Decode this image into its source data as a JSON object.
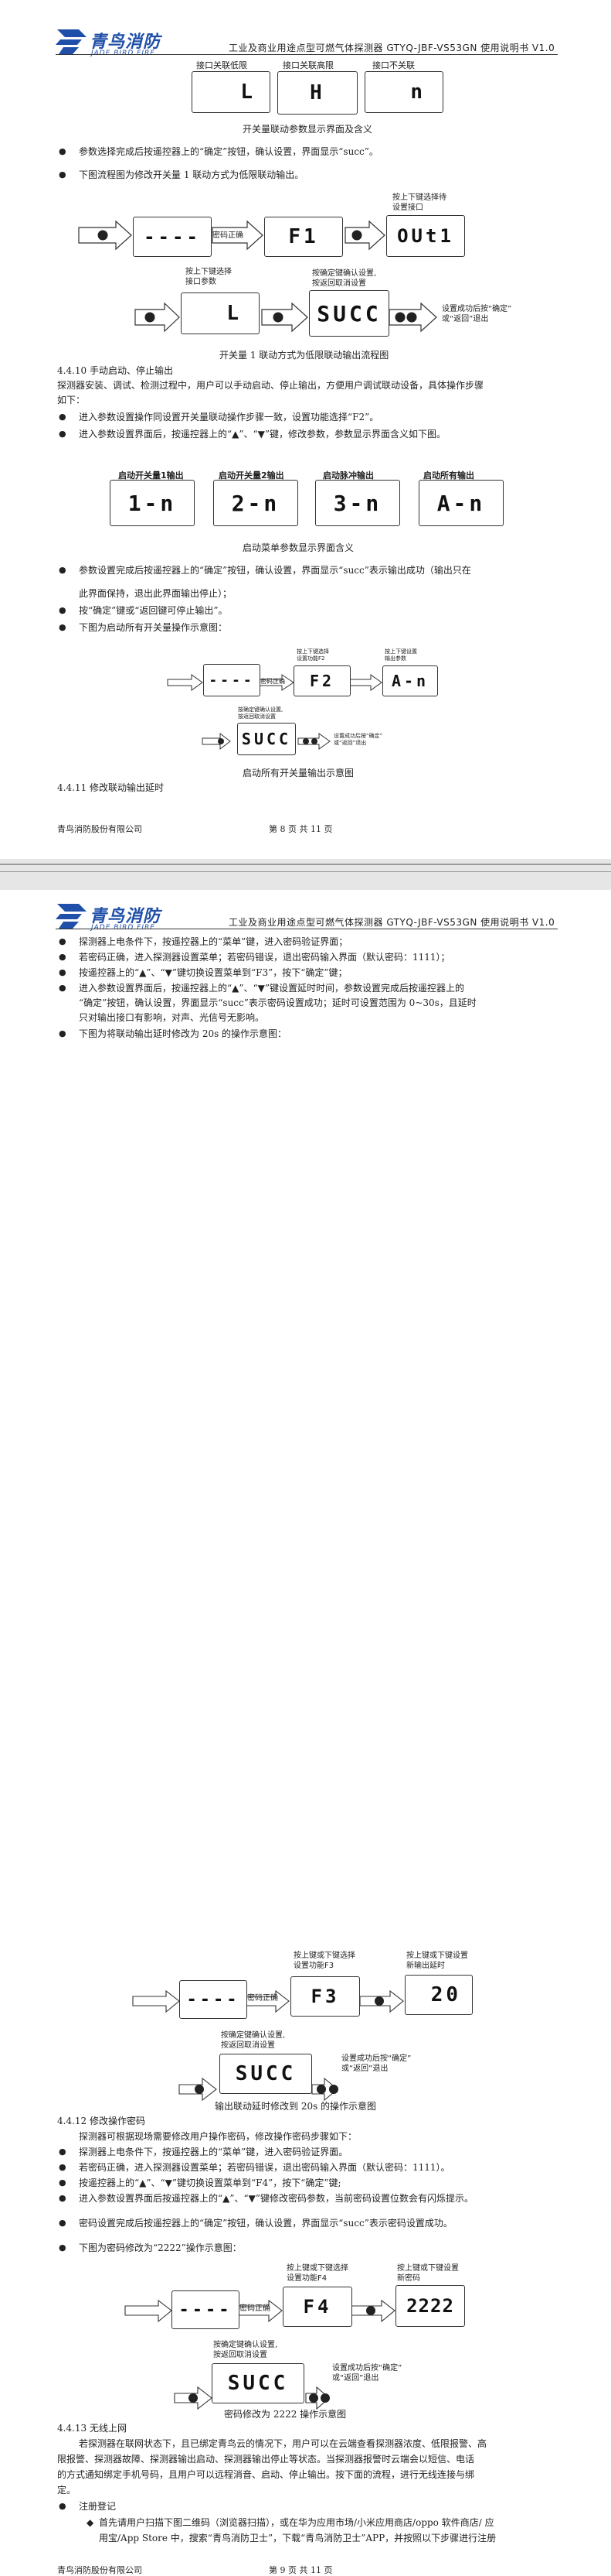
{
  "header": {
    "brand_cn": "青鸟消防",
    "brand_en": "JADE BIRD FIRE",
    "doc_title": "工业及商业用途点型可燃气体探测器 GTYQ-JBF-VS53GN 使用说明书 V1.0"
  },
  "page8": {
    "switch_panel": {
      "labels": [
        "接口关联低限",
        "接口关联高限",
        "接口不关联"
      ],
      "displays": [
        "L",
        "H",
        "n"
      ],
      "caption": "开关量联动参数显示界面及含义"
    },
    "b1": "参数选择完成后按遥控器上的“确定”按钮，确认设置，界面显示“succ”。",
    "b2": "下图流程图为修改开关量 1 联动方式为低限联动输出。",
    "flow1": {
      "disp1": "----",
      "pwd": "密码正确",
      "disp2": "F1",
      "note_top": [
        "按上下键选择待",
        "设置接口"
      ],
      "disp3": "OUt1",
      "note_mid": [
        "按上下键选择",
        "接口参数"
      ],
      "disp4": "L",
      "note_confirm": [
        "按确定键确认设置,",
        "按返回取消设置"
      ],
      "disp5": "SUCC",
      "note_exit": [
        "设置成功后按“确定”",
        "或“返回”退出"
      ],
      "caption": "开关量 1 联动方式为低限联动输出流程图"
    },
    "s4410": {
      "heading": "4.4.10  手动启动、停止输出",
      "p1": "探测器安装、调试、检测过程中，用户可以手动启动、停止输出，方便用户调试联动设备，具体操作步骤",
      "p2": "如下：",
      "b1": "进入参数设置操作同设置开关量联动操作步骤一致，设置功能选择“F2”。",
      "b2": "进入参数设置界面后，按遥控器上的“▲”、“▼”键，修改参数，参数显示界面含义如下图。"
    },
    "start_panel": {
      "labels": [
        "启动开关量1输出",
        "启动开关量2输出",
        "启动脉冲输出",
        "启动所有输出"
      ],
      "displays": [
        "1-n",
        "2-n",
        "3-n",
        "A-n"
      ],
      "caption": "启动菜单参数显示界面含义"
    },
    "b3a": "参数设置完成后按遥控器上的“确定”按钮，确认设置，界面显示“succ”表示输出成功（输出只在",
    "b3b": "此界面保持，退出此界面输出停止）；",
    "b4": "按“确定”键或“返回键可停止输出”。",
    "b5": "下图为启动所有开关量操作示意图：",
    "flow2": {
      "disp1": "----",
      "pwd": "密码正确",
      "note_f2": [
        "按上下键选择",
        "设置功能F2"
      ],
      "disp2": "F2",
      "note_out": [
        "按上下键设置",
        "输出参数"
      ],
      "disp3": "A-n",
      "note_confirm": [
        "按确定键确认设置,",
        "按返回取消设置"
      ],
      "disp4": "SUCC",
      "note_exit": [
        "设置成功后按“确定”",
        "或“返回”退出"
      ],
      "caption": "启动所有开关量输出示意图"
    },
    "s4411": "4.4.11  修改联动输出延时",
    "footer_left": "青鸟消防股份有限公司",
    "footer_mid": "第 8 页 共 11 页"
  },
  "page9": {
    "b1": "探测器上电条件下，按遥控器上的“菜单”键，进入密码验证界面；",
    "b2": "若密码正确，进入探测器设置菜单；若密码错误，退出密码输入界面（默认密码：1111）；",
    "b3": "按遥控器上的“▲”、“▼”键切换设置菜单到“F3”，按下“确定”键；",
    "b4a": "进入参数设置界面后，按遥控器上的“▲”、“▼”键设置延时时间，参数设置完成后按遥控器上的",
    "b4b": "“确定”按钮，确认设置，界面显示“succ”表示密码设置成功；延时可设置范围为 0~30s，且延时",
    "b4c": "只对输出接口有影响，对声、光信号无影响。",
    "b5": "下图为将联动输出延时修改为 20s 的操作示意图：",
    "flow3": {
      "disp1": "----",
      "pwd": "密码正确",
      "note_f3": [
        "按上键或下键选择",
        "设置功能F3"
      ],
      "disp2": "F3",
      "note_delay": [
        "按上键或下键设置",
        "新输出延时"
      ],
      "disp3": "20",
      "note_confirm": [
        "按确定键确认设置,",
        "按返回取消设置"
      ],
      "disp4": "SUCC",
      "note_exit": [
        "设置成功后按“确定”",
        "或“返回”退出"
      ],
      "caption": "输出联动延时修改到 20s 的操作示意图"
    },
    "s4412": {
      "heading": "4.4.12  修改操作密码",
      "intro": "探测器可根据现场需要修改用户操作密码，修改操作密码步骤如下：",
      "b1": "探测器上电条件下，按遥控器上的“菜单”键，进入密码验证界面。",
      "b2": "若密码正确，进入探测器设置菜单；若密码错误，退出密码输入界面（默认密码：1111）。",
      "b3": "按遥控器上的“▲”、“▼”键切换设置菜单到“F4”，按下“确定”键;",
      "b4": "进入参数设置界面后按遥控器上的“▲”、“▼”键修改密码参数，当前密码设置位数会有闪烁提示。",
      "b5": "密码设置完成后按遥控器上的“确定”按钮，确认设置，界面显示“succ”表示密码设置成功。",
      "b6": "下图为密码修改为“2222”操作示意图："
    },
    "flow4": {
      "disp1": "----",
      "pwd": "密码正确",
      "note_f4": [
        "按上键或下键选择",
        "设置功能F4"
      ],
      "disp2": "F4",
      "note_pwd": [
        "按上键或下键设置",
        "新密码"
      ],
      "disp3": "2222",
      "note_confirm": [
        "按确定键确认设置,",
        "按返回取消设置"
      ],
      "disp4": "SUCC",
      "note_exit": [
        "设置成功后按“确定”",
        "或“返回”退出"
      ],
      "caption": "密码修改为 2222 操作示意图"
    },
    "s4413": {
      "heading": "4.4.13  无线上网",
      "p1": "若探测器在联网状态下，且已绑定青鸟云的情况下，用户可以在云端查看探测器浓度、低限报警、高",
      "p2": "限报警、探测器故障、探测器输出启动、探测器输出停止等状态。当探测器报警时云端会以短信、电话",
      "p3": "的方式通知绑定手机号码，且用户可以远程消音、启动、停止输出。按下面的流程，进行无线连接与绑",
      "p4": "定。",
      "b1": "注册登记",
      "d1a": "首先请用户扫描下图二维码（浏览器扫描），或在华为应用市场/小米应用商店/oppo 软件商店/ 应",
      "d1b": "用宝/App Store 中，搜索“青鸟消防卫士”，下载“青鸟消防卫士”APP，并按照以下步骤进行注册"
    },
    "footer_left": "青鸟消防股份有限公司",
    "footer_mid": "第 9 页 共 11 页"
  },
  "colors": {
    "brand": "#1f4fa8",
    "text": "#222222",
    "gap": "#e6e6e6"
  }
}
